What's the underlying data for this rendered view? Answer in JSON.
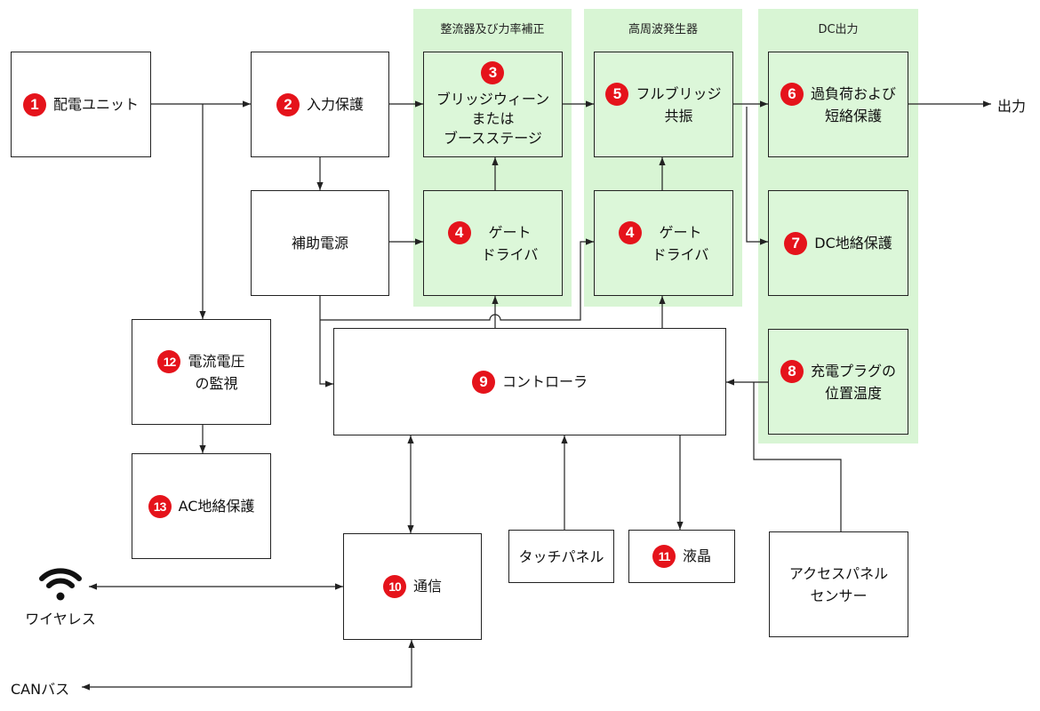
{
  "groups": {
    "rectifier_pfc": "整流器及び力率補正",
    "hf_generator": "高周波発生器",
    "dc_output": "DC出力"
  },
  "blocks": {
    "distribution": {
      "badge": "1",
      "line1": "配電ユニット"
    },
    "input_protection": {
      "badge": "2",
      "line1": "入力保護"
    },
    "bridge_stage": {
      "badge": "3",
      "line1": "ブリッジウィーン",
      "line2": "または",
      "line3": "ブースステージ"
    },
    "aux_power": {
      "line1": "補助電源"
    },
    "gate_driver_a": {
      "badge": "4",
      "line1": "ゲート",
      "line2": "ドライバ"
    },
    "full_bridge": {
      "badge": "5",
      "line1": "フルブリッジ",
      "line2": "共振"
    },
    "gate_driver_b": {
      "badge": "4",
      "line1": "ゲート",
      "line2": "ドライバ"
    },
    "overload_protection": {
      "badge": "6",
      "line1": "過負荷および",
      "line2": "短絡保護"
    },
    "dc_ground_fault": {
      "badge": "7",
      "line1": "DC地絡保護"
    },
    "plug_temperature": {
      "badge": "8",
      "line1": "充電プラグの",
      "line2": "位置温度"
    },
    "controller": {
      "badge": "9",
      "line1": "コントローラ"
    },
    "communication": {
      "badge": "10",
      "line1": "通信"
    },
    "lcd": {
      "badge": "11",
      "line1": "液晶"
    },
    "vi_monitor": {
      "badge": "12",
      "line1": "電流電圧",
      "line2": "の監視"
    },
    "ac_ground_fault": {
      "badge": "13",
      "line1": "AC地絡保護"
    },
    "touch_panel": {
      "line1": "タッチパネル"
    },
    "access_sensor": {
      "line1": "アクセスパネル",
      "line2": "センサー"
    }
  },
  "terminals": {
    "output": "出力",
    "wireless": "ワイヤレス",
    "can_bus": "CANバス"
  },
  "icons": {
    "wireless": "wifi-icon"
  },
  "colors": {
    "group_fill": "#d8f5d4",
    "block_fill_green": "#dcf7d9",
    "badge": "#e5131b",
    "line": "#222222"
  }
}
